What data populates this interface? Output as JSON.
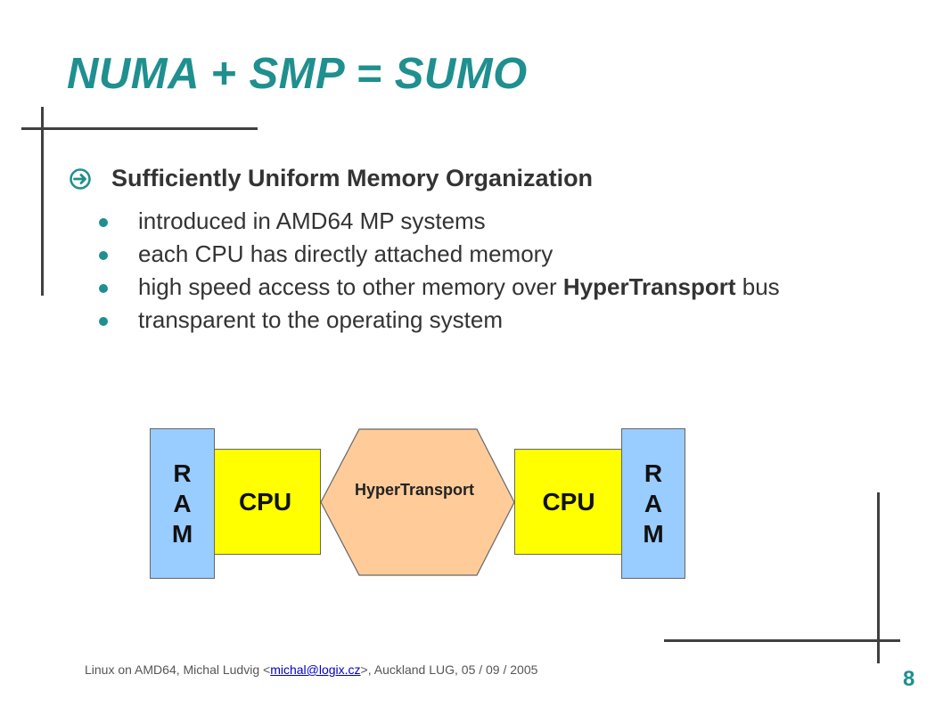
{
  "slide": {
    "title": "NUMA + SMP = SUMO",
    "main_point": "Sufficiently Uniform Memory Organization",
    "points": [
      {
        "text": "introduced in AMD64 MP systems"
      },
      {
        "text": "each CPU has directly attached memory"
      },
      {
        "pre": "high speed access to other memory over ",
        "bold": "HyperTransport",
        "post": " bus"
      },
      {
        "text": "transparent to the operating system"
      }
    ]
  },
  "diagram": {
    "ram_letters": [
      "R",
      "A",
      "M"
    ],
    "cpu_label": "CPU",
    "link_label": "HyperTransport",
    "colors": {
      "ram": "#99ccff",
      "cpu": "#ffff00",
      "link": "#ffcc99"
    }
  },
  "footer": {
    "prefix": "Linux on AMD64, Michal Ludvig <",
    "email": "michal@logix.cz",
    "suffix": ">, Auckland LUG, 05 / 09 / 2005",
    "page_number": "8"
  },
  "icons": {
    "main_bullet": "circled-right-arrow-icon",
    "sub_bullet": "teal-dot-icon"
  },
  "colors": {
    "accent": "#1f8f8f",
    "text": "#333333",
    "frame": "#404040"
  }
}
